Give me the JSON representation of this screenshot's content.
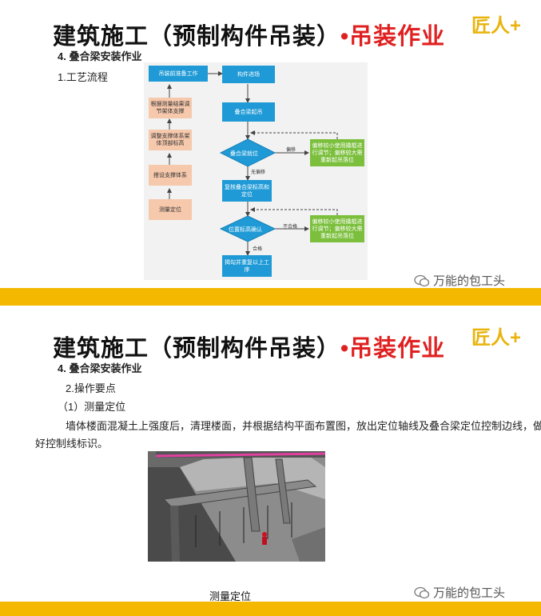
{
  "title_black": "建筑施工（预制构件吊装）",
  "title_red": "•吊装作业",
  "logo": "匠人+",
  "watermark": "万能的包工头",
  "slide1": {
    "section": "4. 叠合梁安装作业",
    "subheading": "1.工艺流程",
    "flow": {
      "boxes": {
        "prep": "吊装前准备工作",
        "adjust_support": "根据测量结果调节架体支撑",
        "adjust_system": "调整支撑体系架体顶部标高",
        "erect_support": "搭设支撑体系",
        "survey": "测量定位",
        "component_entry": "构件进场",
        "lift": "叠合梁起吊",
        "recheck": "复核叠合梁标高和定位",
        "fix": "揭勾并重复以上工序",
        "green1": "偏移较小使用撬棍进行调节；偏移较大需重新起吊落位",
        "green2": "偏移较小使用撬棍进行调节；偏移较大需重新起吊落位"
      },
      "diamonds": {
        "place": "叠合梁就位",
        "check": "位置标高确认"
      },
      "labels": {
        "offset": "偏移",
        "no_offset": "无偏移",
        "fail": "不合格",
        "pass": "合格"
      }
    }
  },
  "slide2": {
    "section": "4. 叠合梁安装作业",
    "subheading": "2.操作要点",
    "item": "（1）测量定位",
    "para_line1": "墙体楼面混凝土上强度后，清理楼面，并根据结构平面布置图，放出定位轴线及叠合梁定位控制边线，做",
    "para_line2": "好控制线标识。",
    "caption": "测量定位"
  },
  "colors": {
    "accent_yellow": "#f5b800",
    "title_red": "#e02020",
    "flow_blue": "#1f9ad6",
    "flow_pink": "#f6c8ac",
    "flow_green": "#7bbf3c"
  }
}
